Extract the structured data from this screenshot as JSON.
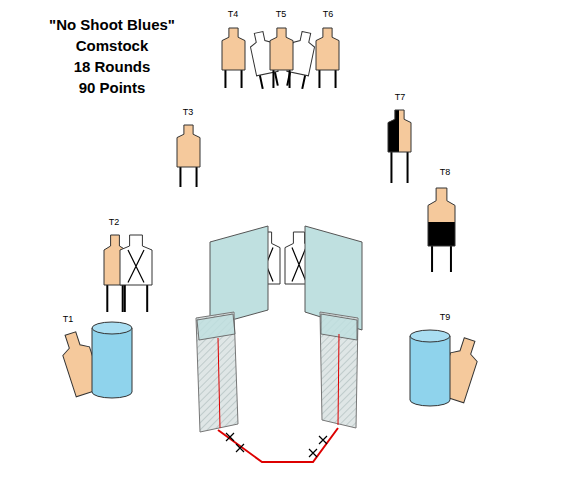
{
  "diagram": {
    "title": "\"No Shoot Blues\"",
    "labels": [
      "Comstock",
      "18 Rounds",
      "90 Points",
      "T4",
      "T5",
      "T6",
      "T3",
      "T7",
      "T8",
      "T2",
      "T1",
      "T9"
    ]
  }
}
